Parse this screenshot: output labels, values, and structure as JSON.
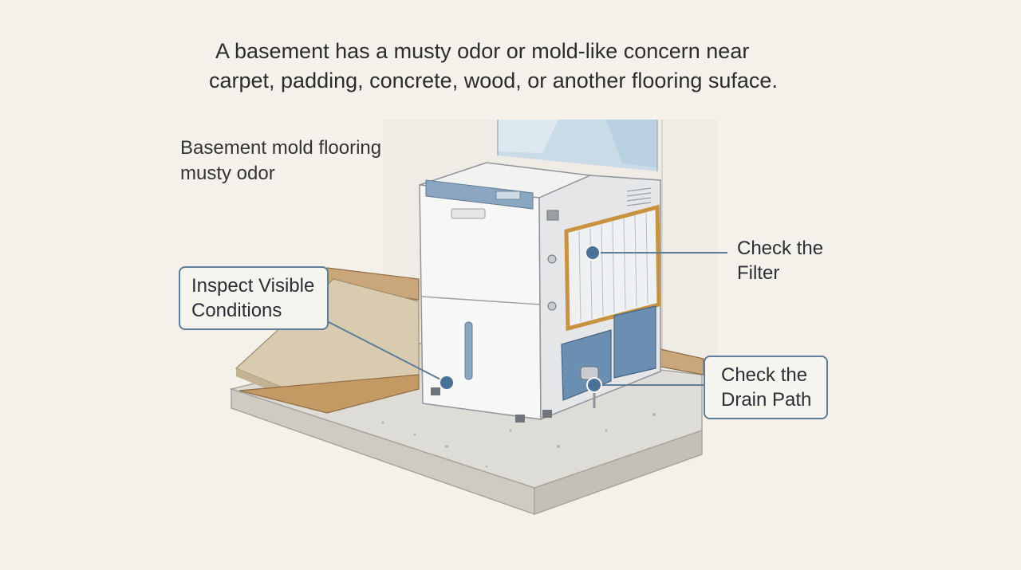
{
  "heading": {
    "line1": "A basement has a musty odor or mold-like concern near",
    "line2": "carpet, padding, concrete, wood, or another flooring suface."
  },
  "topic_label": {
    "line1": "Basement mold flooring",
    "line2": "musty odor"
  },
  "callouts": {
    "inspect": {
      "line1": "Inspect Visible",
      "line2": "Conditions"
    },
    "filter": {
      "line1": "Check the",
      "line2": "Filter"
    },
    "drain": {
      "line1": "Check the",
      "line2": "Drain Path"
    }
  },
  "colors": {
    "background": "#f3f1ea",
    "callout_border": "#5f7d96",
    "marker": "#4a7298",
    "filter_frame": "#c9923e",
    "panel_blue": "#6a8fb3"
  }
}
